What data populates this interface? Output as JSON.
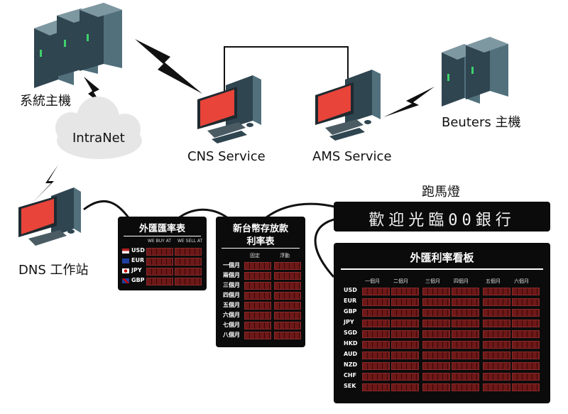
{
  "labels": {
    "system_host": "系統主機",
    "intranet": "IntraNet",
    "cns": "CNS Service",
    "ams": "AMS Service",
    "beuters": "Beuters 主機",
    "dns": "DNS 工作站",
    "marquee_label": "跑馬燈"
  },
  "marquee": {
    "text": "歡迎光臨00銀行"
  },
  "fx_small": {
    "title": "外匯匯率表",
    "headers": [
      "WE BUY AT",
      "WE SELL AT"
    ],
    "rows": [
      "USD",
      "EUR",
      "JPY",
      "GBP"
    ]
  },
  "ntd": {
    "title_line1": "新台幣存放款",
    "title_line2": "利率表",
    "headers": [
      "固定",
      "浮動"
    ],
    "rows": [
      "一個月",
      "兩個月",
      "三個月",
      "四個月",
      "五個月",
      "六個月",
      "七個月",
      "八個月"
    ]
  },
  "fx_board": {
    "title": "外匯利率看板",
    "headers": [
      "一個月",
      "二個月",
      "三個月",
      "四個月",
      "五個月",
      "六個月"
    ],
    "rows": [
      "USD",
      "EUR",
      "GBP",
      "JPY",
      "SGD",
      "HKD",
      "AUD",
      "NZD",
      "CHF",
      "SEK"
    ]
  },
  "colors": {
    "screen": "#e8443a",
    "board": "#0b0b0b",
    "cell": "#5a1212",
    "server": "#3d5560"
  }
}
